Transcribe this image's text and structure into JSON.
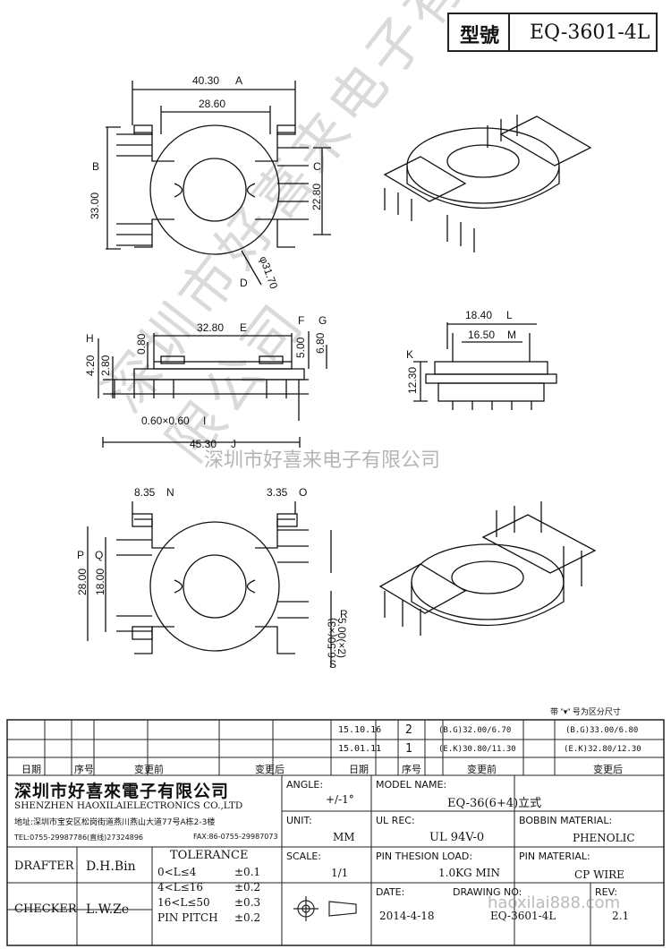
{
  "header": {
    "model_label": "型號",
    "model_value": "EQ-3601-4L"
  },
  "watermark": {
    "diagonal": "深圳市好喜来电子有限公司",
    "center": "深圳市好喜来电子有限公司",
    "bottom_url": "haoxilai888.com"
  },
  "dims": {
    "top_width": "40.30",
    "top_width_tag": "A",
    "inner_width": "28.60",
    "height_b": "33.00",
    "height_b_tag": "B",
    "height_c": "22.80",
    "height_c_tag": "C",
    "diameter": "φ31.70",
    "diameter_tag": "D",
    "side_e": "32.80",
    "side_e_tag": "E",
    "side_f": "5.00",
    "side_f_tag": "F",
    "side_g": "6.80",
    "side_g_tag": "G",
    "side_h": "4.20",
    "side_h_tag": "H",
    "side_28": "2.80",
    "side_08": "0.80",
    "pin_sq": "0.60×0.60",
    "pin_sq_tag": "I",
    "len_j": "45.30",
    "len_j_tag": "J",
    "end_k": "12.30",
    "end_k_tag": "K",
    "end_l": "18.40",
    "end_l_tag": "L",
    "end_m": "16.50",
    "end_m_tag": "M",
    "bot_n": "8.35",
    "bot_n_tag": "N",
    "bot_o": "3.35",
    "bot_o_tag": "O",
    "bot_p": "28.00",
    "bot_p_tag": "P",
    "bot_q": "18.00",
    "bot_q_tag": "Q",
    "bot_r": "5.00(×2)",
    "bot_r_tag": "R",
    "bot_s": "6.50(×3)",
    "bot_s_tag": "S"
  },
  "note": "带 \"▾\" 号为区分尺寸",
  "revisions": {
    "rows": [
      {
        "date": "15.10.16",
        "no": "2",
        "before": "(B.G)32.00/6.70",
        "after": "(B.G)33.00/6.80"
      },
      {
        "date": "15.01.11",
        "no": "1",
        "before": "(E.K)30.80/11.30",
        "after": "(E.K)32.80/12.30"
      }
    ],
    "headers": {
      "date": "日期",
      "no": "序号",
      "before": "变更前",
      "after": "变更后"
    }
  },
  "company": {
    "name_cn": "深圳市好喜來電子有限公司",
    "name_en": "SHENZHEN HAOXILAIELECTRONICS CO.,LTD",
    "address": "地址:深圳市宝安区松岗街道燕川燕山大道77号A栋2-3楼",
    "tel": "TEL:0755-29987786(直线)27324896",
    "fax": "FAX:86-0755-29987073"
  },
  "fields": {
    "angle_label": "ANGLE:",
    "angle_value": "+/-1°",
    "model_name_label": "MODEL NAME:",
    "model_name_value": "EQ-36(6+4)立式",
    "unit_label": "UNIT:",
    "unit_value": "MM",
    "ul_label": "UL REC:",
    "ul_value": "UL 94V-0",
    "bobbin_label": "BOBBIN MATERIAL:",
    "bobbin_value": "PHENOLIC",
    "scale_label": "SCALE:",
    "scale_value": "1/1",
    "tension_label": "PIN THESION LOAD:",
    "tension_value": "1.0KG MIN",
    "pin_mat_label": "PIN MATERIAL:",
    "pin_mat_value": "CP  WIRE",
    "date_label": "DATE:",
    "date_value": "2014-4-18",
    "drawing_label": "DRAWING NO:",
    "drawing_value": "EQ-3601-4L",
    "rev_label": "REV:",
    "rev_value": "2.1"
  },
  "people": {
    "drafter_label": "DRAFTER",
    "drafter_value": "D.H.Bin",
    "checker_label": "CHECKER",
    "checker_value": "L.W.Ze"
  },
  "tolerance": {
    "title": "TOLERANCE",
    "rows": [
      {
        "range": "0<L≤4",
        "tol": "±0.1"
      },
      {
        "range": "4<L≤16",
        "tol": "±0.2"
      },
      {
        "range": "16<L≤50",
        "tol": "±0.3"
      },
      {
        "range": "PIN PITCH",
        "tol": "±0.2"
      }
    ]
  }
}
